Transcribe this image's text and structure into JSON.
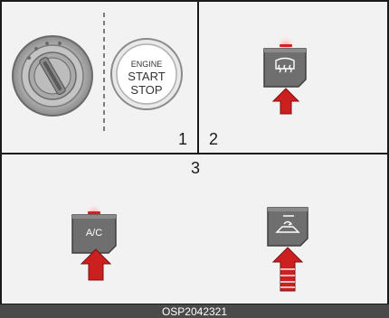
{
  "figure": {
    "panel_labels": {
      "p1": "1",
      "p2": "2",
      "p3": "3"
    },
    "engine_button": {
      "line1": "ENGINE",
      "line2": "START",
      "line3": "STOP"
    },
    "ac_button": {
      "label": "A/C"
    },
    "code": "OSP2042321",
    "colors": {
      "background": "#f2f2f2",
      "divider": "#1a1a1a",
      "button_face": "#6f6f6f",
      "arrow_red": "#cc1f1f",
      "indicator_red": "#d81e1e",
      "caption_bar": "#4a4a4a"
    },
    "icons": [
      "ignition-key-icon",
      "engine-start-stop-button",
      "rear-defrost-icon",
      "ac-button",
      "air-recirculation-icon",
      "press-arrow-icon"
    ]
  }
}
